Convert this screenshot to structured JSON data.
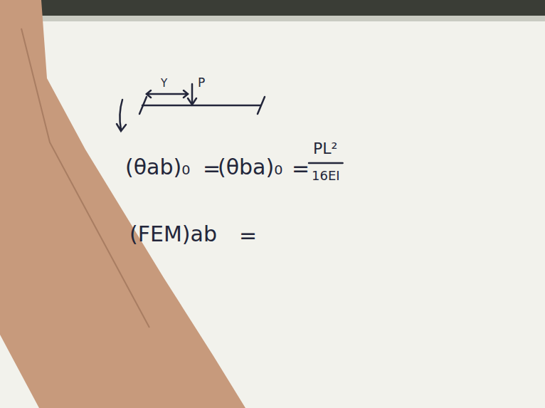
{
  "diagram": {
    "labels": [
      "Y",
      "P",
      "(θab)₀",
      "=",
      "(θba)₀",
      "=",
      "PL²",
      "16EI",
      "(FEM)ab",
      "="
    ]
  }
}
